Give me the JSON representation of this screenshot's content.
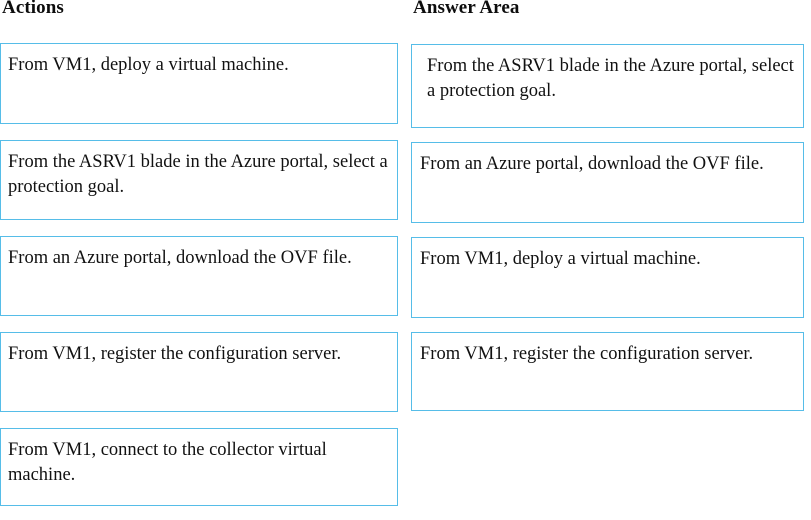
{
  "page": {
    "type": "drag-and-drop-ordering-question",
    "background_color": "#ffffff",
    "card_border_color": "#56bde8",
    "text_color": "#111111"
  },
  "columns": {
    "actions": {
      "heading": "Actions",
      "cards": [
        {
          "text": "From VM1, deploy a virtual machine."
        },
        {
          "text": "From the ASRV1 blade in the Azure portal, select a protection goal."
        },
        {
          "text": "From an Azure portal, download the OVF file."
        },
        {
          "text": "From VM1, register the configuration server."
        },
        {
          "text": "From VM1, connect to the collector virtual machine."
        }
      ]
    },
    "answers": {
      "heading": "Answer Area",
      "cards": [
        {
          "text": "From the ASRV1 blade in the Azure portal, select a protection goal."
        },
        {
          "text": "From an Azure portal, download the OVF file."
        },
        {
          "text": "From VM1, deploy a virtual machine."
        },
        {
          "text": "From VM1, register the configuration server."
        }
      ]
    }
  }
}
